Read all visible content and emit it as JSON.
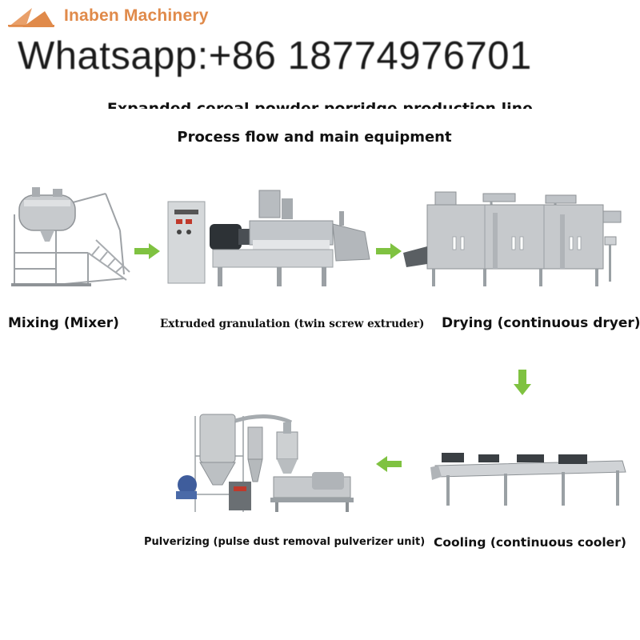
{
  "header": {
    "brand_name": "Inaben Machinery",
    "contact": "Whatsapp:+86 18774976701"
  },
  "document": {
    "subtitle": "Expanded cereal powder porridge production line",
    "heading": "Process flow and main equipment"
  },
  "colors": {
    "brand": "#e08a4a",
    "arrow": "#7fc241",
    "machine_steel": "#b9bcc0"
  },
  "steps": [
    {
      "label": "Mixing (Mixer)",
      "icon": "mixer-machine-image"
    },
    {
      "label": "Extruded granulation (twin screw extruder)",
      "icon": "extruder-machine-image"
    },
    {
      "label": "Drying (continuous dryer)",
      "icon": "dryer-machine-image"
    },
    {
      "label": "Cooling (continuous cooler)",
      "icon": "cooler-machine-image"
    },
    {
      "label": "Pulverizing (pulse dust removal pulverizer unit)",
      "icon": "pulverizer-machine-image"
    }
  ],
  "arrows": [
    {
      "direction": "right",
      "from": "Mixing (Mixer)",
      "to": "Extruded granulation (twin screw extruder)"
    },
    {
      "direction": "right",
      "from": "Extruded granulation (twin screw extruder)",
      "to": "Drying (continuous dryer)"
    },
    {
      "direction": "down",
      "from": "Drying (continuous dryer)",
      "to": "Cooling (continuous cooler)"
    },
    {
      "direction": "left",
      "from": "Cooling (continuous cooler)",
      "to": "Pulverizing (pulse dust removal pulverizer unit)"
    }
  ]
}
